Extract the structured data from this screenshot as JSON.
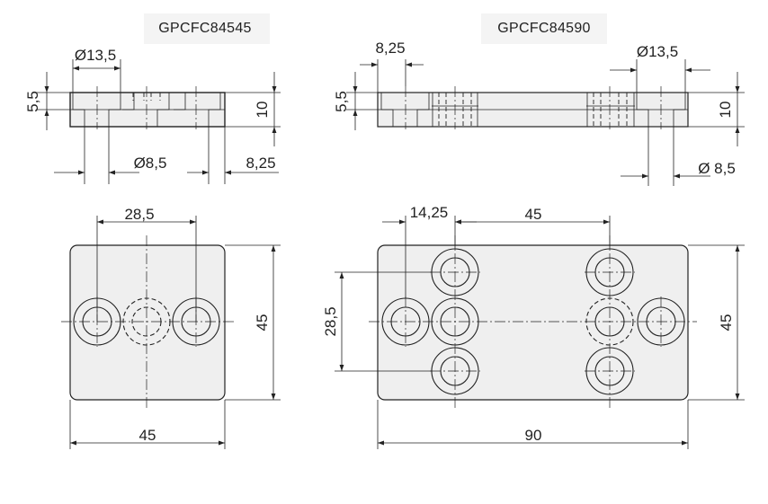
{
  "parts": [
    {
      "code": "GPCFC84545",
      "side_dims": {
        "counterbore": "Ø13,5",
        "step_height": "5,5",
        "thickness": "10",
        "hole": "Ø8,5",
        "edge_offset": "8,25"
      },
      "plan_dims": {
        "pitch": "28,5",
        "height": "45",
        "width": "45"
      }
    },
    {
      "code": "GPCFC84590",
      "side_dims": {
        "edge_offset": "8,25",
        "counterbore": "Ø13,5",
        "step_height": "5,5",
        "thickness": "10",
        "hole": "Ø 8,5"
      },
      "plan_dims": {
        "offset": "14,25",
        "pitch": "45",
        "vertical_pitch": "28,5",
        "height": "45",
        "width": "90"
      }
    }
  ]
}
